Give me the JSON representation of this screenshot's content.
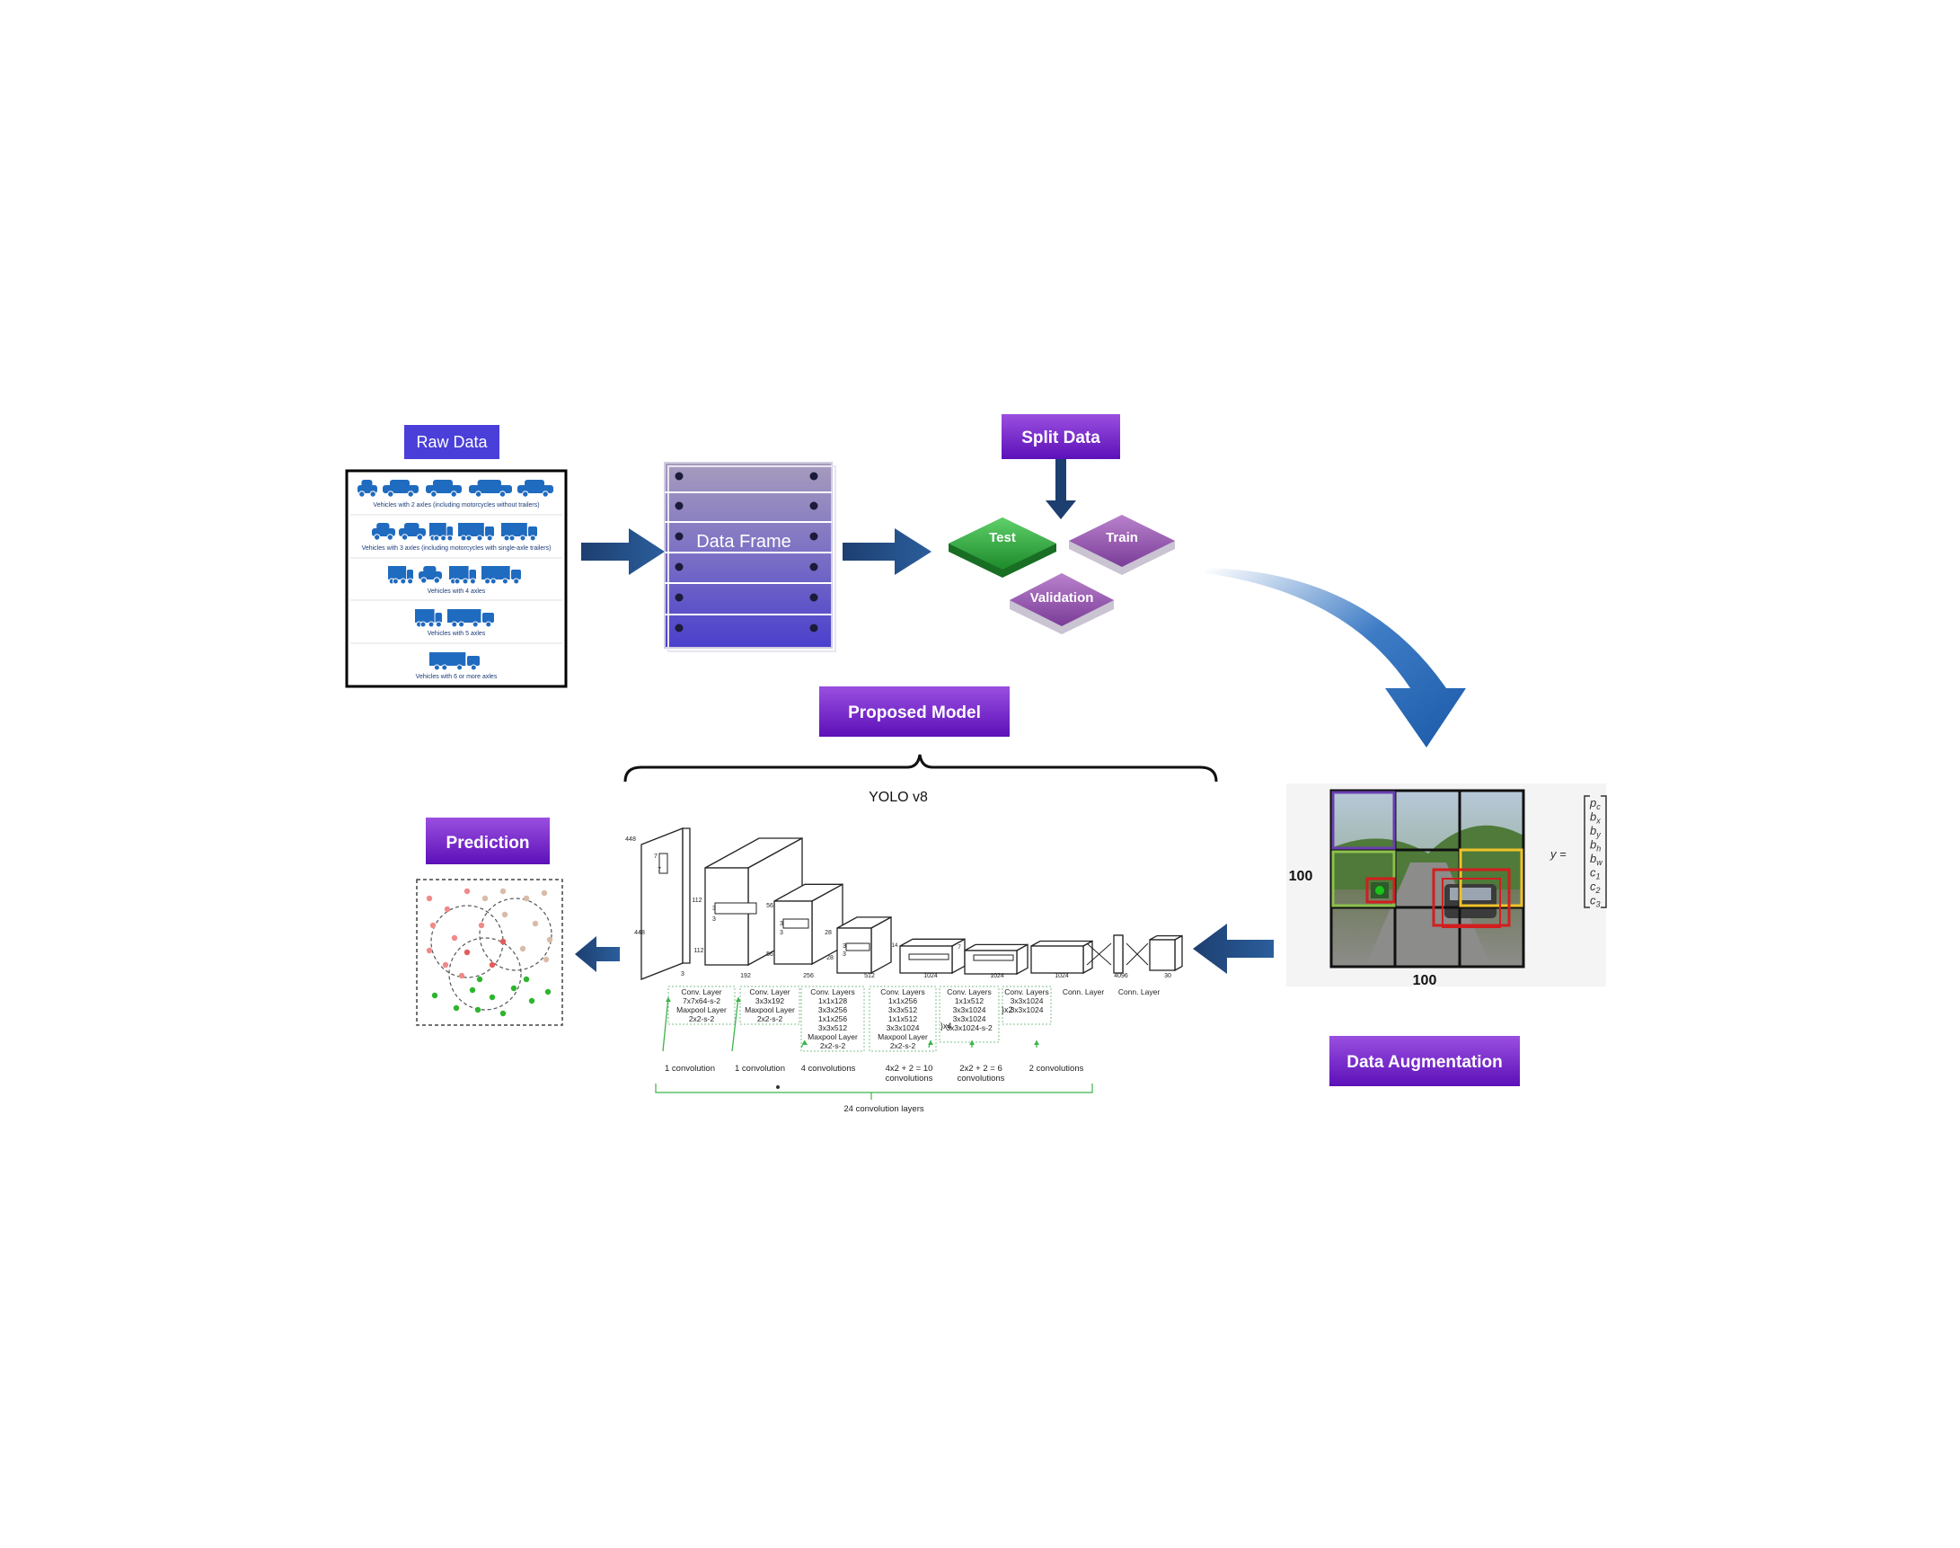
{
  "raw_data": {
    "title": "Raw Data",
    "captions": [
      "Vehicles with 2 axles (including motorcycles without trailers)",
      "Vehicles with 3 axles (including motorcycles with single-axle trailers)",
      "Vehicles with 4 axles",
      "Vehicles with 5 axles",
      "Vehicles with 6 or more axles"
    ]
  },
  "data_frame": {
    "label": "Data Frame"
  },
  "split_data": {
    "title": "Split Data",
    "test": "Test",
    "train": "Train",
    "validation": "Validation"
  },
  "data_augmentation": {
    "title": "Data Augmentation",
    "grid_width_label": "100",
    "grid_height_label": "100",
    "vector_lhs": "y =",
    "vector_entries": [
      "p_c",
      "b_x",
      "b_y",
      "b_h",
      "b_w",
      "c_1",
      "c_2",
      "c_3"
    ]
  },
  "proposed_model": {
    "title": "Proposed Model",
    "model_name": "YOLO v8",
    "input_dims": [
      "448",
      "448",
      "3"
    ],
    "block_sizes": [
      "112",
      "56",
      "28",
      "14",
      "7",
      "7"
    ],
    "channel_labels": [
      "192",
      "256",
      "512",
      "1024",
      "1024",
      "1024",
      "4096",
      "30"
    ],
    "kernel_labels": [
      "7",
      "7",
      "3",
      "3",
      "3",
      "3",
      "3",
      "3"
    ],
    "layer_texts": [
      [
        "Conv. Layer",
        "7x7x64-s-2",
        "Maxpool Layer",
        "2x2-s-2"
      ],
      [
        "Conv. Layer",
        "3x3x192",
        "Maxpool Layer",
        "2x2-s-2"
      ],
      [
        "Conv. Layers",
        "1x1x128",
        "3x3x256",
        "1x1x256",
        "3x3x512",
        "Maxpool Layer",
        "2x2-s-2"
      ],
      [
        "Conv. Layers",
        "1x1x256",
        "3x3x512",
        "1x1x512",
        "3x3x1024",
        "Maxpool Layer",
        "2x2-s-2"
      ],
      [
        "Conv. Layers",
        "1x1x512",
        "3x3x1024",
        "3x3x1024",
        "3x3x1024-s-2"
      ],
      [
        "Conv. Layers",
        "3x3x1024",
        "3x3x1024"
      ],
      [
        "Conn. Layer"
      ],
      [
        "Conn. Layer"
      ]
    ],
    "repeat_4": "}x4",
    "repeat_2": "}x2",
    "conv_counts": [
      [
        "1 convolution"
      ],
      [
        "1 convolution"
      ],
      [
        "4 convolutions"
      ],
      [
        "4x2 + 2 = 10",
        "convolutions"
      ],
      [
        "2x2 + 2 = 6",
        "convolutions"
      ],
      [
        "2 convolutions"
      ]
    ],
    "total": "24 convolution layers"
  },
  "prediction": {
    "title": "Prediction"
  },
  "colors": {
    "raw_data_badge": "#4a3fd8",
    "purple_badge": "#7a1fcf",
    "arrow_navy": "#163a68",
    "vehicle_blue": "#1f6bbf",
    "test_green": "#2ea43a",
    "train_purple": "#8c4fa8",
    "green_conv_note": "#3cb44b"
  }
}
